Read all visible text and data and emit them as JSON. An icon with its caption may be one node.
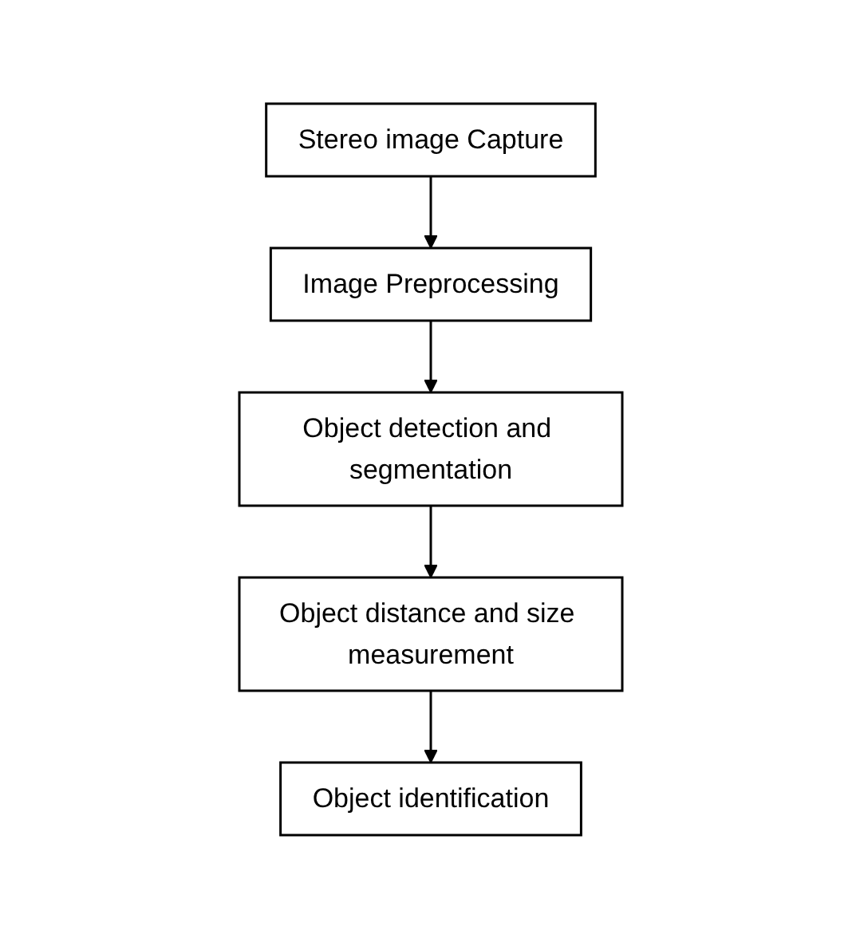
{
  "diagram": {
    "nodes": [
      {
        "text": [
          "Stereo image Capture"
        ]
      },
      {
        "text": [
          "Image Preprocessing"
        ]
      },
      {
        "text": [
          "Object detection and segmentation"
        ]
      },
      {
        "text": [
          "Object distance and size measurement"
        ]
      },
      {
        "text": [
          "Object identification"
        ]
      }
    ],
    "edges": [
      {
        "from": 0,
        "to": 1,
        "arrow": "to"
      },
      {
        "from": 1,
        "to": 2,
        "arrow": "to"
      },
      {
        "from": 2,
        "to": 3,
        "arrow": "to"
      },
      {
        "from": 3,
        "to": 4,
        "arrow": "to"
      }
    ]
  }
}
